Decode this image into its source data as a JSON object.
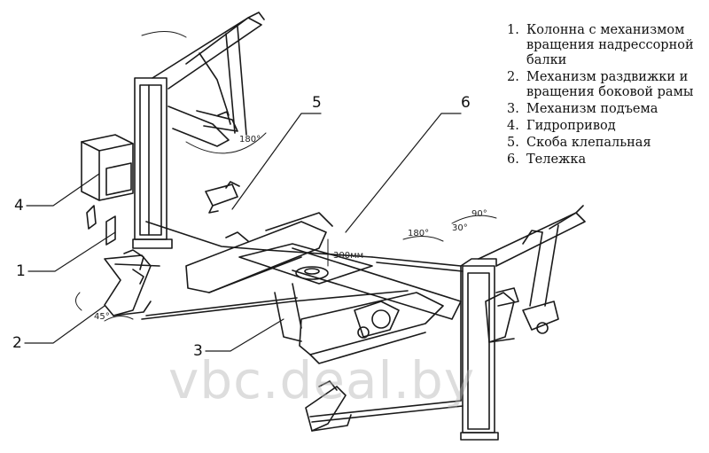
{
  "legend": [
    {
      "num": "1.",
      "text": "Колонна с механизмом вращения надрессорной балки"
    },
    {
      "num": "2.",
      "text": "Механизм раздвижки и вращения боковой рамы"
    },
    {
      "num": "3.",
      "text": "Механизм подъема"
    },
    {
      "num": "4.",
      "text": "Гидропривод"
    },
    {
      "num": "5.",
      "text": "Скоба клепальная"
    },
    {
      "num": "6.",
      "text": "Тележка"
    }
  ],
  "callouts": {
    "c1": "1",
    "c2": "2",
    "c3": "3",
    "c4": "4",
    "c5": "5",
    "c6": "6"
  },
  "dimensions": {
    "height": "300мм",
    "angle1": "180°",
    "angle2": "90°",
    "angle3": "30°",
    "angle4": "180°",
    "angle5": "45°"
  },
  "watermark": "vbc.deal.by",
  "colors": {
    "line": "#1a1a1a",
    "background": "#ffffff",
    "watermark": "#b4b4b4"
  }
}
